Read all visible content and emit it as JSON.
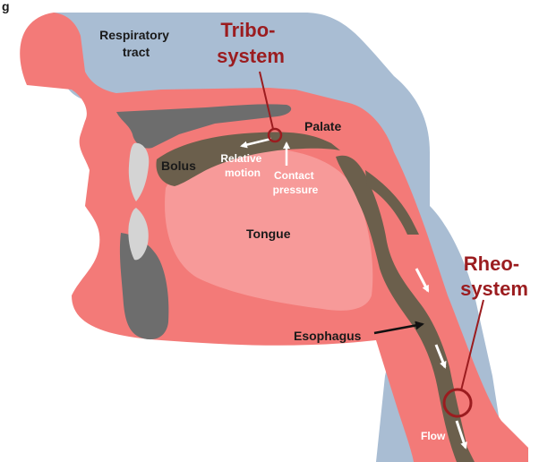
{
  "corner_mark": "g",
  "labels": {
    "respiratory_line1": "Respiratory",
    "respiratory_line2": "tract",
    "tribo_line1": "Tribo-",
    "tribo_line2": "system",
    "palate": "Palate",
    "bolus": "Bolus",
    "relative_line1": "Relative",
    "relative_line2": "motion",
    "contact_line1": "Contact",
    "contact_line2": "pressure",
    "tongue": "Tongue",
    "rheo_line1": "Rheo-",
    "rheo_line2": "system",
    "esophagus": "Esophagus",
    "flow": "Flow"
  },
  "colors": {
    "airway": "#a9bdd3",
    "tissue": "#f37a78",
    "tongue": "#f79a99",
    "bolus": "#6b5f4c",
    "cartilage": "#6d6d6d",
    "teeth": "#d4d4d4",
    "highlight": "#9b1c1f"
  }
}
